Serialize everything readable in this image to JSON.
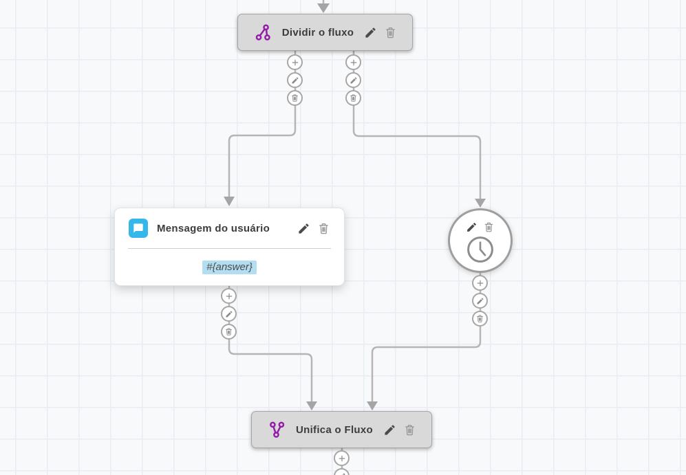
{
  "canvas": {
    "type": "chatbot-flow-builder",
    "background": "#f8f9fb",
    "grid_color": "#e9ecf3"
  },
  "nodes": {
    "split": {
      "label": "Dividir o fluxo",
      "icon": "split-flow-icon"
    },
    "user_message": {
      "label": "Mensagem do usuário",
      "body_value": "#{answer}",
      "icon": "chat-bubble-icon"
    },
    "timer": {
      "icon": "clock-icon"
    },
    "merge": {
      "label": "Unifica o Fluxo",
      "icon": "merge-flow-icon"
    }
  },
  "node_actions": [
    "edit-pencil-icon",
    "trash-icon"
  ],
  "connector_actions": [
    "plus-icon",
    "edit-pencil-icon",
    "trash-icon"
  ],
  "colors": {
    "accent_purple": "#941ba8",
    "accent_blue": "#35b7e9",
    "highlight_blue": "#b3ddf0",
    "node_gray": "#d9d9d9",
    "node_border": "#a5a5a5",
    "wire_gray": "#b5b5b5",
    "label_text": "#3c3c3c"
  }
}
